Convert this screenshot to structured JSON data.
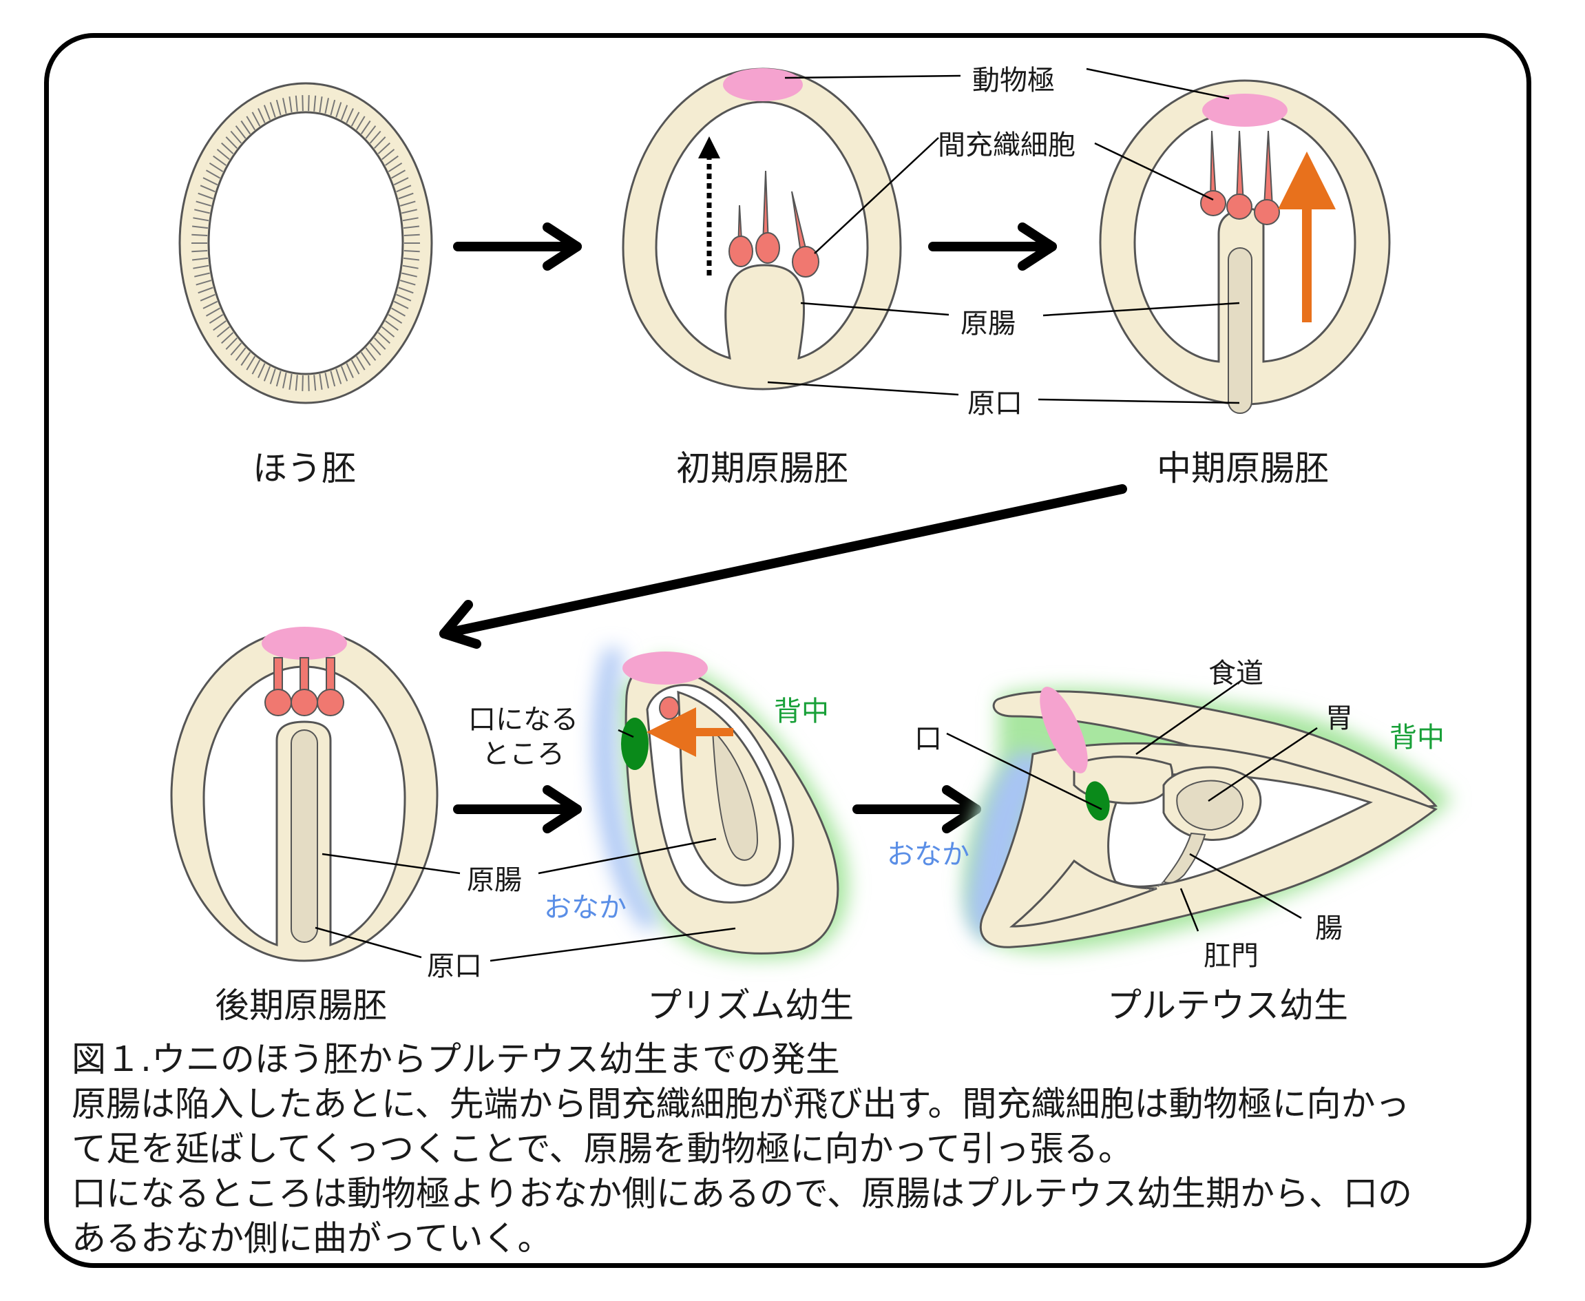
{
  "stages": {
    "blastula": "ほう胚",
    "early_gastrula": "初期原腸胚",
    "mid_gastrula": "中期原腸胚",
    "late_gastrula": "後期原腸胚",
    "prism_larva": "プリズム幼生",
    "pluteus_larva": "プルテウス幼生"
  },
  "labels": {
    "animal_pole": "動物極",
    "mesenchyme": "間充織細胞",
    "archenteron_top": "原腸",
    "blastopore_top": "原口",
    "archenteron_bottom": "原腸",
    "blastopore_bottom": "原口",
    "future_mouth_1": "口になる",
    "future_mouth_2": "ところ",
    "back_prism": "背中",
    "belly_prism": "おなか",
    "mouth": "口",
    "esophagus": "食道",
    "stomach": "胃",
    "back_pluteus": "背中",
    "belly_pluteus": "おなか",
    "intestine": "腸",
    "anus": "肛門"
  },
  "caption": {
    "line1": "図１.ウニのほう胚からプルテウス幼生までの発生",
    "line2": "原腸は陥入したあとに、先端から間充織細胞が飛び出す。間充織細胞は動物極に向かっ",
    "line3": "て足を延ばしてくっつくことで、原腸を動物極に向かって引っ張る。",
    "line4": "口になるところは動物極よりおなか側にあるので、原腸はプルテウス幼生期から、口の",
    "line5": "あるおなか側に曲がっていく。"
  },
  "colors": {
    "body_fill": "#f4ecd2",
    "gut_fill": "#e4dcc4",
    "outline": "#555555",
    "animal_pole": "#f5a3cf",
    "mesenchyme_cell": "#f07870",
    "arrow_orange": "#e8711c",
    "back_text": "#18a038",
    "belly_text": "#5a8ee6",
    "back_glow": "#a8e6a0",
    "belly_glow": "#a8c4f4",
    "mouth_green": "#0a8a1a"
  }
}
